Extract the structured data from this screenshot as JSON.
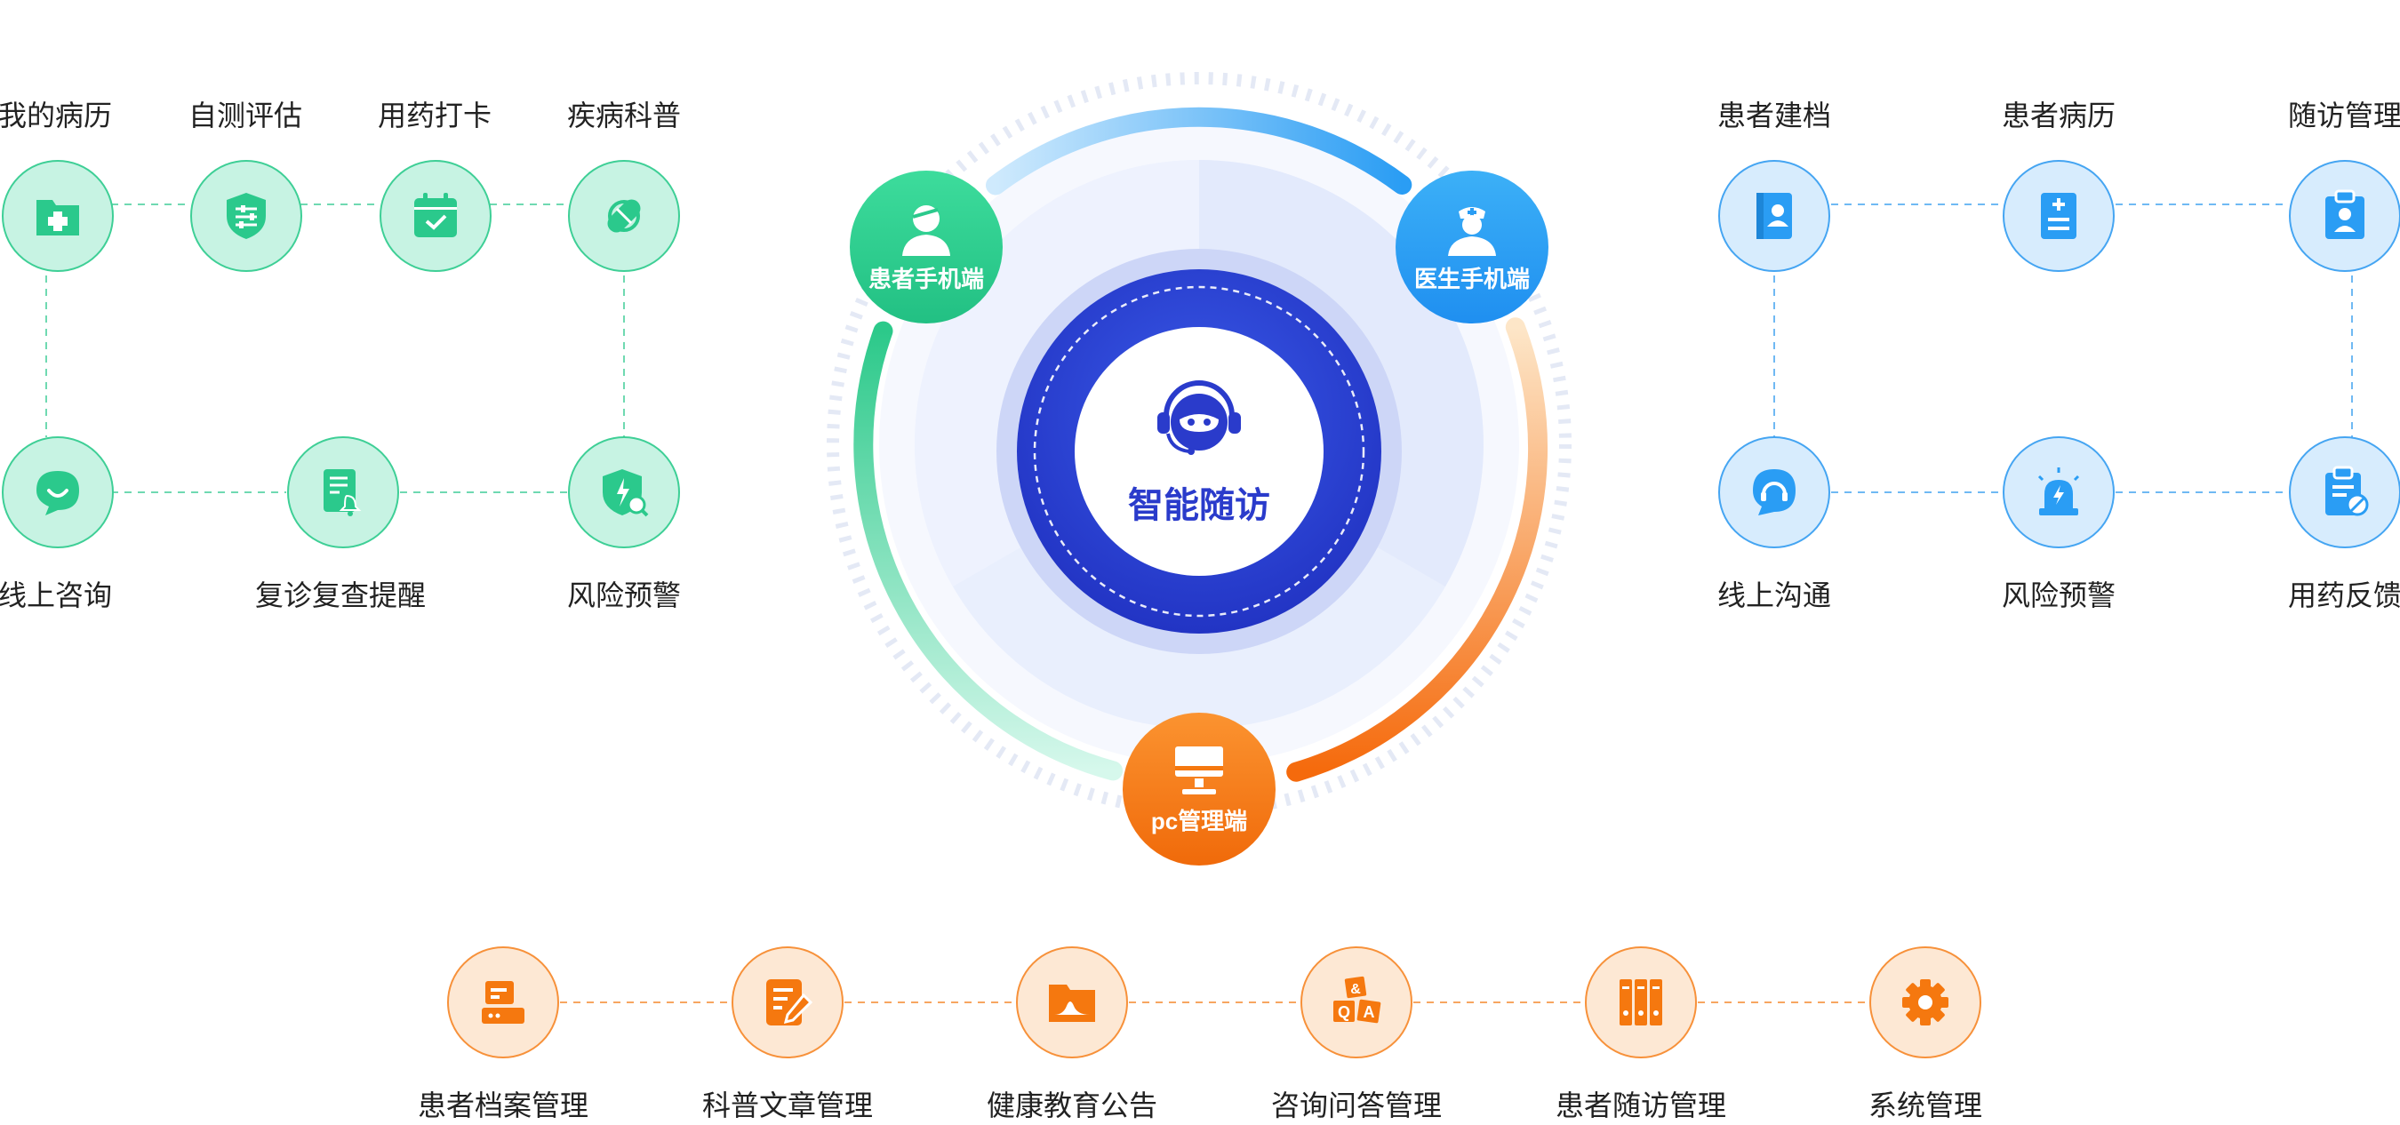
{
  "core": {
    "title": "智能随访",
    "icon": "headset-robot-icon"
  },
  "hubs": {
    "patient_mobile": {
      "label": "患者手机端",
      "icon": "patient-bandage-icon",
      "color": "#2bc98c"
    },
    "doctor_mobile": {
      "label": "医生手机端",
      "icon": "nurse-icon",
      "color": "#2a9df4"
    },
    "pc": {
      "label": "pc管理端",
      "icon": "monitor-icon",
      "color": "#f5780f"
    }
  },
  "patient_features": [
    {
      "label": "我的病历",
      "icon": "medical-folder-icon"
    },
    {
      "label": "自测评估",
      "icon": "shield-sliders-icon"
    },
    {
      "label": "用药打卡",
      "icon": "calendar-check-icon"
    },
    {
      "label": "疾病科普",
      "icon": "pill-icon"
    },
    {
      "label": "线上咨询",
      "icon": "chat-bubble-icon"
    },
    {
      "label": "复诊复查提醒",
      "icon": "document-bell-icon"
    },
    {
      "label": "风险预警",
      "icon": "shield-warning-icon"
    }
  ],
  "doctor_features": [
    {
      "label": "患者建档",
      "icon": "contact-book-icon"
    },
    {
      "label": "患者病历",
      "icon": "medical-record-icon"
    },
    {
      "label": "随访管理",
      "icon": "clipboard-user-icon"
    },
    {
      "label": "线上沟通",
      "icon": "headset-chat-icon"
    },
    {
      "label": "风险预警",
      "icon": "alarm-light-icon"
    },
    {
      "label": "用药反馈",
      "icon": "clipboard-pill-icon"
    }
  ],
  "pc_features": [
    {
      "label": "患者档案管理",
      "icon": "server-icon"
    },
    {
      "label": "科普文章管理",
      "icon": "edit-document-icon"
    },
    {
      "label": "健康教育公告",
      "icon": "folder-chart-icon"
    },
    {
      "label": "咨询问答管理",
      "icon": "qa-blocks-icon"
    },
    {
      "label": "患者随访管理",
      "icon": "binders-icon"
    },
    {
      "label": "系统管理",
      "icon": "gear-icon"
    }
  ],
  "colors": {
    "green": "#2bc98c",
    "blue": "#2a9df4",
    "orange": "#f5780f",
    "core": "#2a3bcb"
  }
}
